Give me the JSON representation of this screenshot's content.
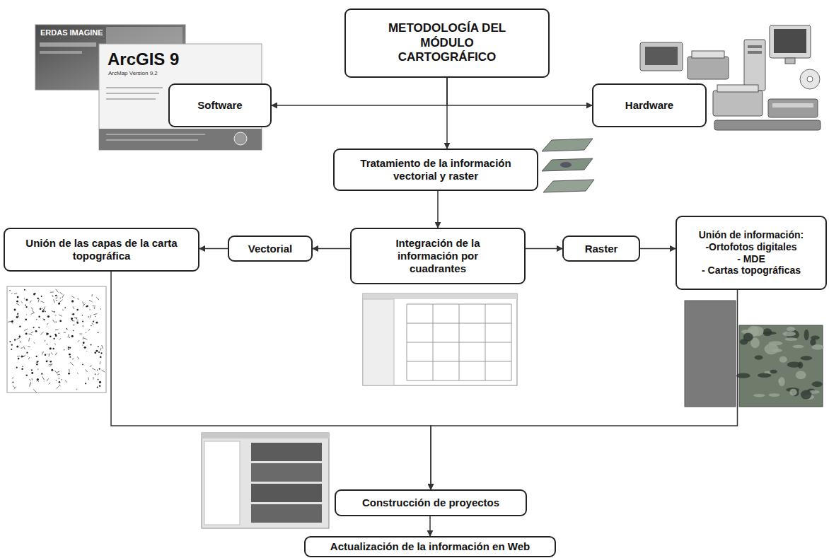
{
  "diagram": {
    "nodes": [
      {
        "text": [
          "METODOLOGÍA DEL MÓDULO CARTOGRÁFICO"
        ]
      },
      {
        "text": [
          "Software"
        ]
      },
      {
        "text": [
          "Hardware"
        ]
      },
      {
        "text": [
          "Tratamiento de la información vectorial y raster"
        ]
      },
      {
        "text": [
          "Unión de las capas de la carta topográfica"
        ]
      },
      {
        "text": [
          "Vectorial"
        ]
      },
      {
        "text": [
          "Integración de la información por cuadrantes"
        ]
      },
      {
        "text": [
          "Raster"
        ]
      },
      {
        "text": [
          "Unión de información:",
          "-Ortofotos digitales",
          "- MDE",
          "- Cartas topográficas"
        ]
      },
      {
        "text": [
          "Construcción de proyectos"
        ]
      },
      {
        "text": [
          "Actualización de la información en Web"
        ]
      }
    ],
    "edges": [
      {
        "from": 0,
        "to": 1,
        "arrow": "to"
      },
      {
        "from": 0,
        "to": 2,
        "arrow": "to"
      },
      {
        "from": 0,
        "to": 3,
        "arrow": "to"
      },
      {
        "from": 3,
        "to": 6,
        "arrow": "to"
      },
      {
        "from": 6,
        "to": 5,
        "arrow": "to"
      },
      {
        "from": 5,
        "to": 4,
        "arrow": "to"
      },
      {
        "from": 6,
        "to": 7,
        "arrow": "to"
      },
      {
        "from": 7,
        "to": 8,
        "arrow": "to"
      },
      {
        "from": 4,
        "to": 9,
        "arrow": "to"
      },
      {
        "from": 8,
        "to": 9,
        "arrow": "to"
      },
      {
        "from": 9,
        "to": 10,
        "arrow": "to"
      }
    ],
    "labels": [
      "ERDAS IMAGINE",
      "ArcGIS 9",
      "ArcMap Version 9.2"
    ]
  }
}
